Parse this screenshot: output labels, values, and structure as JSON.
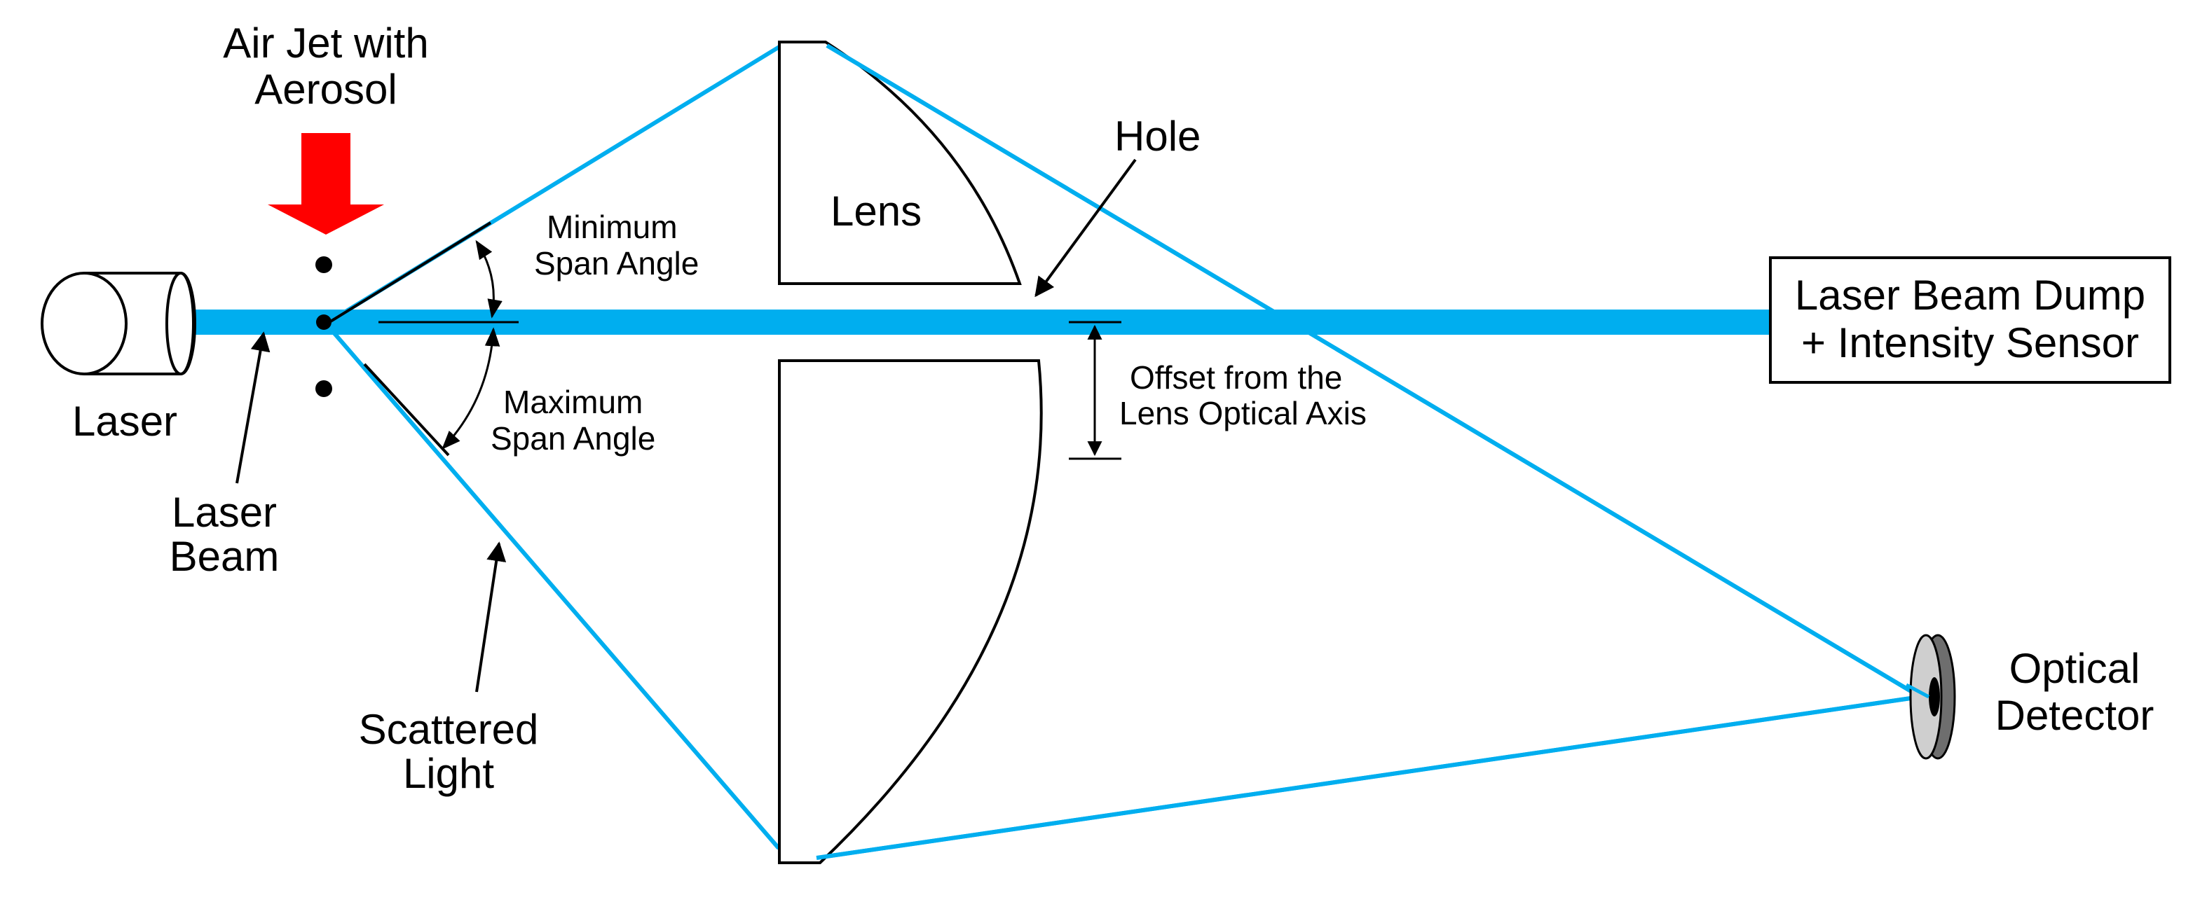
{
  "labels": {
    "air_jet_line1": "Air Jet with",
    "air_jet_line2": "Aerosol",
    "laser": "Laser",
    "laser_beam_line1": "Laser",
    "laser_beam_line2": "Beam",
    "lens": "Lens",
    "hole": "Hole",
    "min_span_line1": "Minimum",
    "min_span_line2": "Span Angle",
    "max_span_line1": "Maximum",
    "max_span_line2": "Span Angle",
    "offset_line1": "Offset from the",
    "offset_line2": "Lens Optical Axis",
    "scattered_line1": "Scattered",
    "scattered_line2": "Light",
    "dump_line1": "Laser Beam Dump",
    "dump_line2": "+ Intensity Sensor",
    "detector_line1": "Optical",
    "detector_line2": "Detector"
  },
  "colors": {
    "beam": "#00aeef",
    "arrow_red": "#ff0000",
    "ink": "#000000",
    "detector_light": "#cfcfcf",
    "detector_dark": "#6e6e6e"
  }
}
